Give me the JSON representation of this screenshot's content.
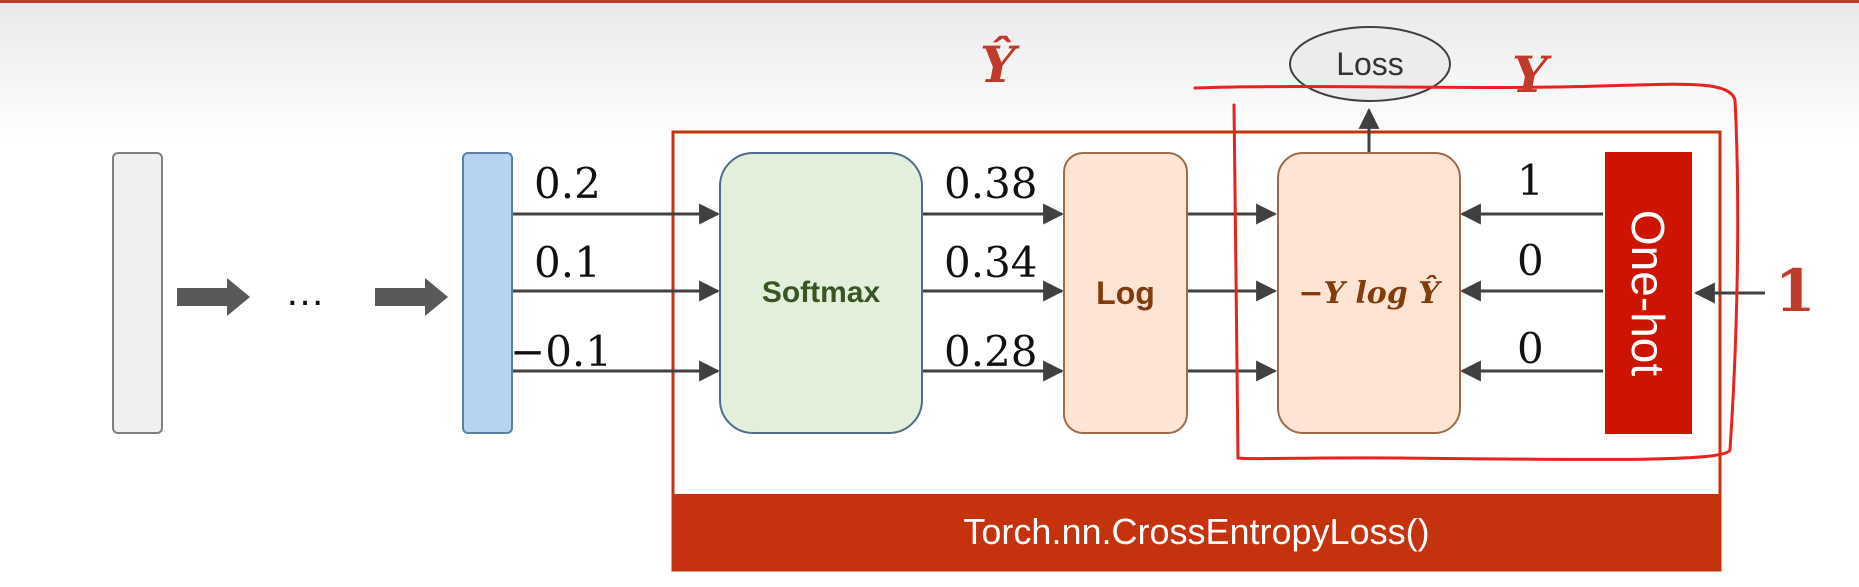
{
  "symbols": {
    "y_hat": "Ŷ",
    "y": "Y",
    "ellipsis": "…"
  },
  "loss_label": "Loss",
  "inputs": [
    "0.2",
    "0.1",
    "−0.1"
  ],
  "softmax": {
    "label": "Softmax",
    "outputs": [
      "0.38",
      "0.34",
      "0.28"
    ]
  },
  "log": {
    "label": "Log"
  },
  "loss_formula": "−Y log Ŷ",
  "targets": [
    "1",
    "0",
    "0"
  ],
  "one_hot": {
    "label": "One-hot",
    "input": "1"
  },
  "footer": {
    "label": "Torch.nn.CrossEntropyLoss()"
  },
  "colors": {
    "accent_red": "#c0392b",
    "footer_bg": "#c4320e",
    "one_hot_bg": "#cc1400",
    "softmax_bg": "#e2efda",
    "log_bg": "#fde4d4",
    "hidden_bg": "#b8d3ef",
    "input_bg": "#f0f0f0",
    "annotation_red": "#e8231f"
  }
}
